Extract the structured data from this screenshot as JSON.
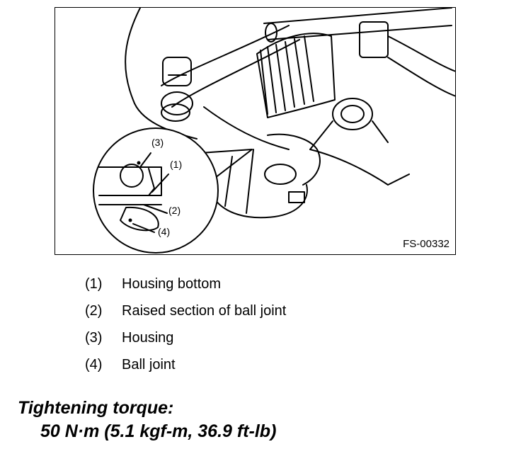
{
  "figure": {
    "code": "FS-00332",
    "callouts": [
      "(3)",
      "(1)",
      "(2)",
      "(4)"
    ]
  },
  "legend": [
    {
      "num": "(1)",
      "text": "Housing bottom"
    },
    {
      "num": "(2)",
      "text": "Raised section of ball joint"
    },
    {
      "num": "(3)",
      "text": "Housing"
    },
    {
      "num": "(4)",
      "text": "Ball joint"
    }
  ],
  "torque": {
    "label": "Tightening torque:",
    "value": "50 N·m (5.1 kgf-m, 36.9 ft-lb)"
  }
}
